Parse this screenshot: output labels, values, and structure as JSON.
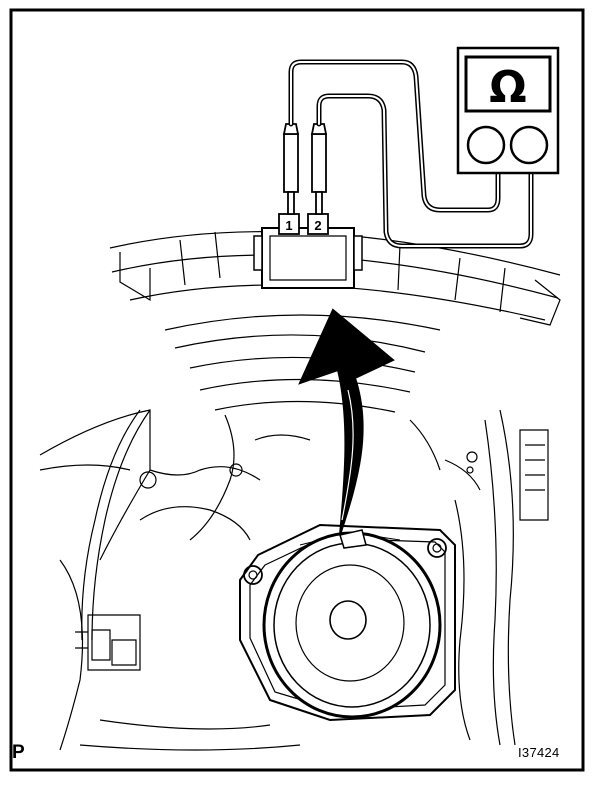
{
  "meter": {
    "symbol": "Ω",
    "icon": "ohmmeter-icon"
  },
  "connector": {
    "pins": [
      {
        "label": "1"
      },
      {
        "label": "2"
      }
    ]
  },
  "labels": {
    "corner_mark": "P",
    "figure_id": "I37424"
  },
  "colors": {
    "ink": "#000000",
    "paper": "#ffffff"
  }
}
